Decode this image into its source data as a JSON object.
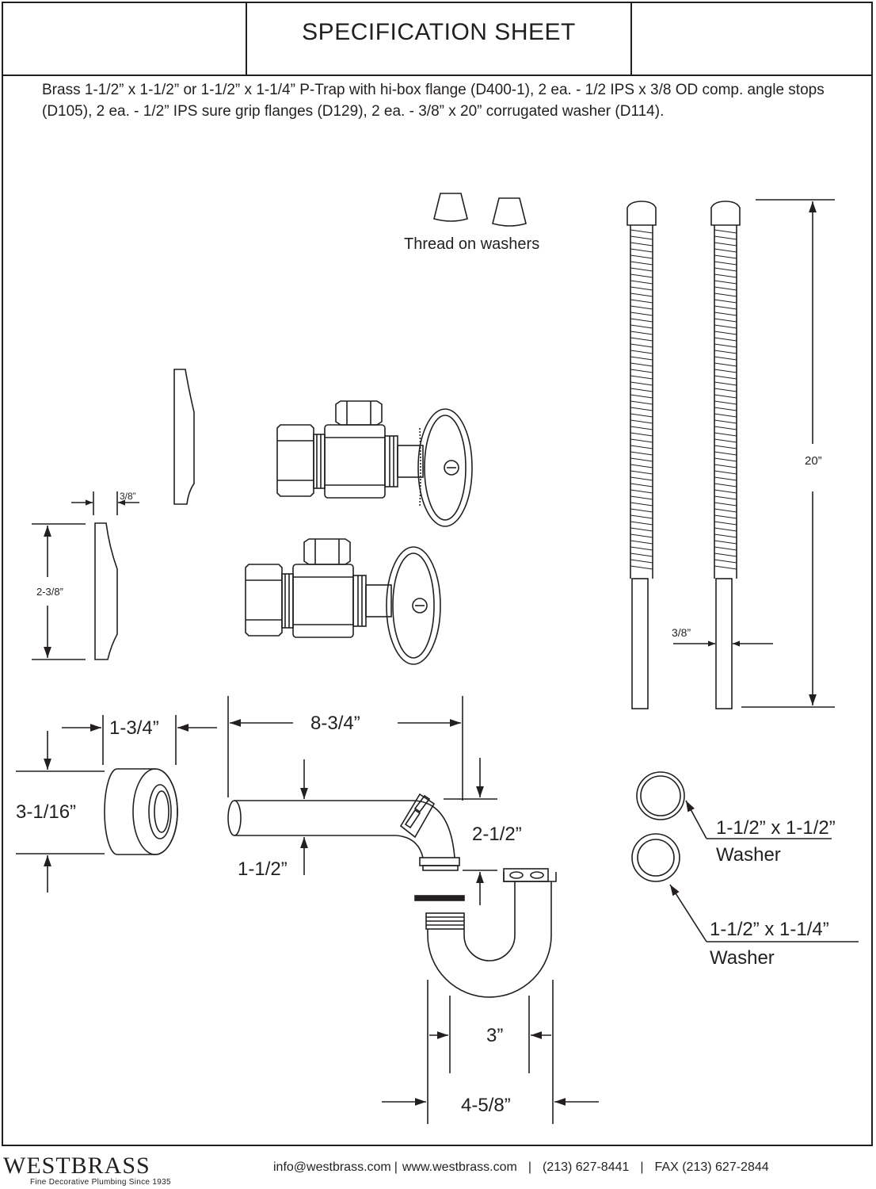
{
  "header": {
    "title": "SPECIFICATION SHEET"
  },
  "description": "Brass 1-1/2” x 1-1/2” or 1-1/2” x 1-1/4” P-Trap with hi-box flange (D400-1), 2 ea. - 1/2 IPS x 3/8 OD comp. angle stops (D105), 2 ea. - 1/2” IPS sure grip flanges (D129), 2 ea. - 3/8” x 20” corrugated washer (D114).",
  "labels": {
    "thread_on_washers": "Thread on washers",
    "flange_thickness": "3/8”",
    "flange_height": "2-3/8”",
    "supply_length": "20”",
    "supply_diameter": "3/8”",
    "hibox_depth": "1-3/4”",
    "arm_length": "8-3/4”",
    "hibox_height": "3-1/16”",
    "arm_diameter": "1-1/2”",
    "elbow_drop": "2-1/2”",
    "trap_inner": "3”",
    "trap_outer": "4-5/8”",
    "washer_a_size": "1-1/2” x 1-1/2”",
    "washer_a_name": "Washer",
    "washer_b_size": "1-1/2” x 1-1/4”",
    "washer_b_name": "Washer"
  },
  "footer": {
    "brand": "WESTBRASS",
    "tagline": "Fine Decorative Plumbing Since 1935",
    "email": "info@westbrass.com",
    "web": "www.westbrass.com",
    "phone": "(213) 627-8441",
    "fax": "FAX (213) 627-2844",
    "separator": "|"
  },
  "colors": {
    "ink": "#231f20",
    "paper": "#ffffff"
  }
}
